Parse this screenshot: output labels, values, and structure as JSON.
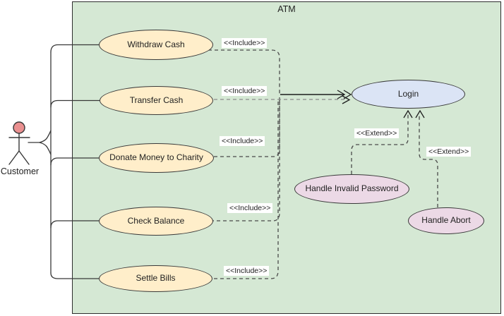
{
  "system": {
    "title": "ATM"
  },
  "actor": {
    "label": "Customer"
  },
  "nodes": {
    "withdraw": {
      "label": "Withdraw Cash",
      "type": "use-case"
    },
    "transfer": {
      "label": "Transfer Cash",
      "type": "use-case"
    },
    "donate": {
      "label": "Donate Money to Charity",
      "type": "use-case"
    },
    "check": {
      "label": "Check Balance",
      "type": "use-case"
    },
    "settle": {
      "label": "Settle Bills",
      "type": "use-case"
    },
    "login": {
      "label": "Login",
      "type": "use-case"
    },
    "invalid_password": {
      "label": "Handle Invalid Password",
      "type": "extension-use-case"
    },
    "abort": {
      "label": "Handle Abort",
      "type": "extension-use-case"
    }
  },
  "relationships": {
    "includes": [
      {
        "from": "Withdraw Cash",
        "to": "Login",
        "label": "<<Include>>"
      },
      {
        "from": "Transfer Cash",
        "to": "Login",
        "label": "<<Include>>"
      },
      {
        "from": "Donate Money to Charity",
        "to": "Login",
        "label": "<<Include>>"
      },
      {
        "from": "Check Balance",
        "to": "Login",
        "label": "<<Include>>"
      },
      {
        "from": "Settle Bills",
        "to": "Login",
        "label": "<<Include>>"
      }
    ],
    "extends": [
      {
        "from": "Handle Invalid Password",
        "to": "Login",
        "label": "<<Extend>>"
      },
      {
        "from": "Handle Abort",
        "to": "Login",
        "label": "<<Extend>>"
      }
    ],
    "actor_associations": [
      "Withdraw Cash",
      "Transfer Cash",
      "Donate Money to Charity",
      "Check Balance",
      "Settle Bills"
    ]
  },
  "colors": {
    "system_fill": "#d5e8d4",
    "usecase_fill": "#ffeeca",
    "login_fill": "#dbe4f5",
    "extension_fill": "#ecd9e6",
    "actor_head_fill": "#ea9090",
    "stroke": "#383838",
    "dash_line": "#4a4a4a",
    "gray_dash_line": "#8c8c8c",
    "label_background": "#ffffff"
  }
}
